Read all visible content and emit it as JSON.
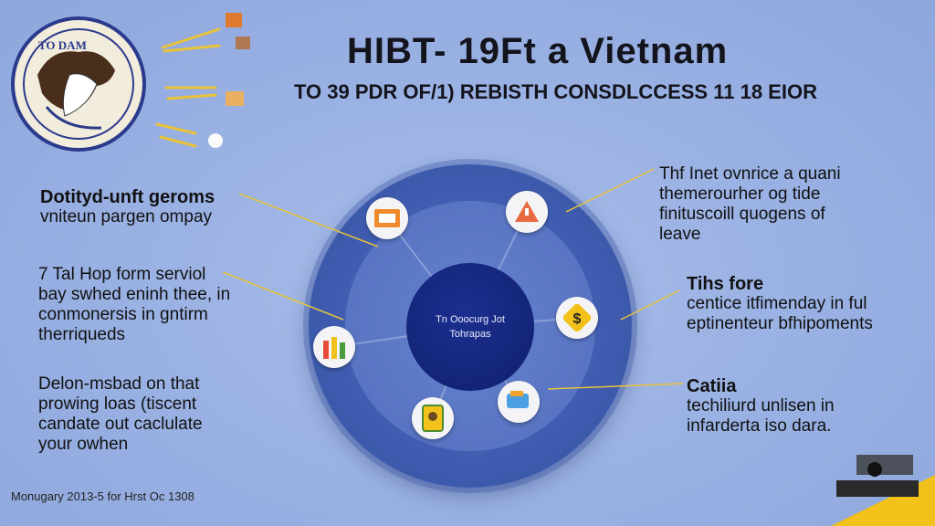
{
  "title": "HIBT- 19Ft a Vietnam",
  "subtitle": "TO 39 PDR OF/1) REBISTH CONSDLCCESS 11 18 EIOR",
  "seal_text": "TO DAM",
  "hub": {
    "line1": "Tn Ooocurg Jot",
    "line2": "Tohrapas"
  },
  "left_blocks": [
    {
      "lines": [
        "Dotityd-unft geroms",
        "vniteun pargen ompay"
      ]
    },
    {
      "lines": [
        "7 Tal Hop form serviol",
        "bay swhed eninh thee, in",
        "conmonersis in gntirm",
        "therriqueds"
      ]
    },
    {
      "lines": [
        "Delon-msbad on that",
        "prowing loas (tiscent",
        "candate out caclulate",
        "your owhen"
      ]
    }
  ],
  "right_blocks": [
    {
      "lines": [
        "Thf Inet ovnrice a quani",
        "themerourher og tide",
        "finituscoill quogens of",
        "leave"
      ]
    },
    {
      "heading": "Tihs fore",
      "lines": [
        "centice itfimenday in ful",
        "eptinenteur bfhipoments"
      ]
    },
    {
      "heading": "Catiia",
      "lines": [
        "techiliurd unlisen in",
        "infarderta iso dara."
      ]
    }
  ],
  "footer": "Monugary 2013-5 for Hrst Oc 1308",
  "colors": {
    "background": "#9bb2e4",
    "ring": "#3f5cb0",
    "hub": "#0f1f6e",
    "arrows": "#e8c33a"
  }
}
